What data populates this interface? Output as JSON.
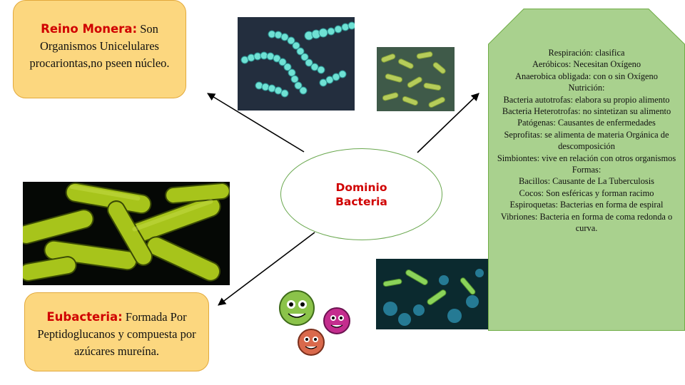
{
  "center": {
    "line1": "Dominio",
    "line2": "Bacteria"
  },
  "monera": {
    "title": "Reino Monera:",
    "text": "Son Organismos Unicelulares procariontas,no pseen núcleo."
  },
  "eubacteria": {
    "title": "Eubacteria:",
    "text": "Formada Por Peptidoglucanos y compuesta por azúcares mureína."
  },
  "panel": {
    "lines": [
      "Respiración: clasifica",
      "Aeróbicos: Necesitan Oxígeno",
      "Anaerobica obligada: con o sin Oxígeno",
      "Nutrición:",
      "Bacteria autotrofas: elabora su propio alimento",
      "Bacteria Heterotrofas: no sintetizan su alimento",
      "Patógenas: Causantes de enfermedades",
      "Seprofitas: se alimenta de materia Orgánica de descomposición",
      "Simbiontes: vive en relación con otros organismos",
      "Formas:",
      "Bacillos: Causante de La Tuberculosis",
      "Cocos: Son esféricas y forman racimo",
      "Espiroquetas: Bacterias en forma de espiral",
      "Vibriones: Bacteria en forma de coma redonda o curva."
    ]
  },
  "colors": {
    "accent_red": "#d00000",
    "box_fill": "#fcd77f",
    "panel_fill": "#a9d18e",
    "ellipse_border": "#6aa84f"
  }
}
